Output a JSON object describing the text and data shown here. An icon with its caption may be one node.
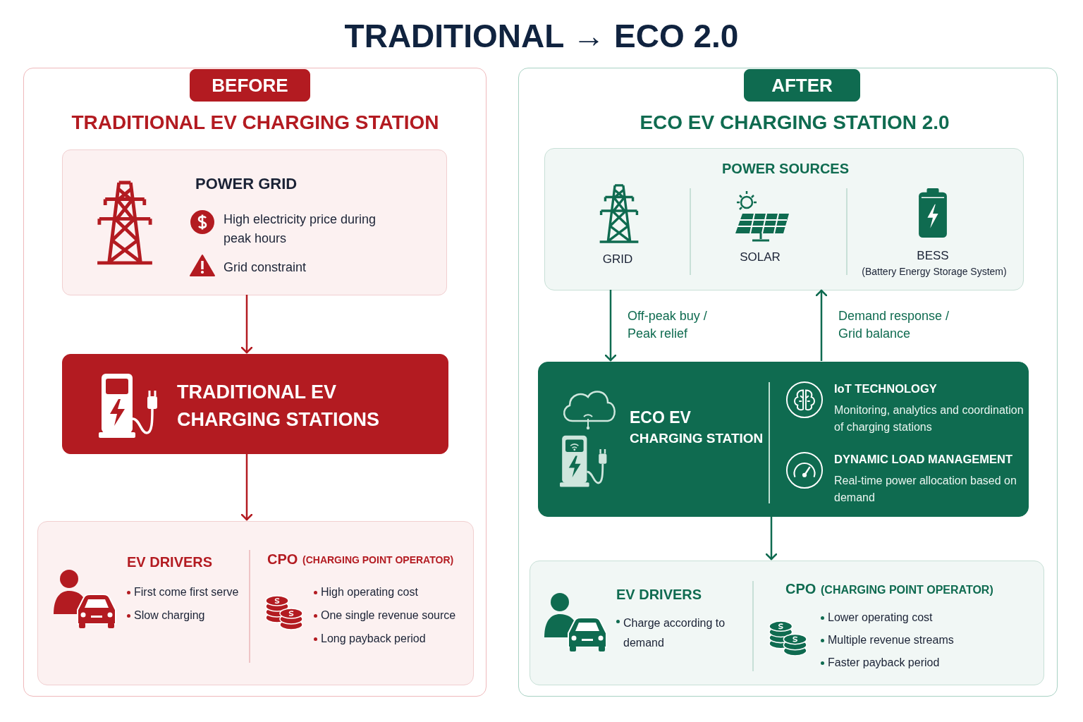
{
  "diagram": {
    "title": "TRADITIONAL → ECO 2.0",
    "nodes": [
      {
        "text": [
          "TRADITIONAL EV CHARGING STATION"
        ]
      },
      {
        "text": [
          "BEFORE"
        ],
        "in": 0
      },
      {
        "text": [
          "POWER GRID",
          "High electricity price during peak hours",
          "Grid constraint"
        ],
        "in": 0
      },
      {
        "text": [
          "TRADITIONAL EV CHARGING STATIONS"
        ],
        "in": 0
      },
      {
        "text": [
          "EV DRIVERS",
          "First come first serve",
          "Slow charging",
          "CPO",
          "(CHARGING POINT OPERATOR)",
          "High operating cost",
          "One single revenue source",
          "Long payback period"
        ],
        "in": 0
      },
      {
        "text": [
          "ECO EV CHARGING STATION 2.0"
        ]
      },
      {
        "text": [
          "AFTER"
        ],
        "in": 5
      },
      {
        "text": [
          "POWER SOURCES",
          "GRID",
          "SOLAR",
          "BESS",
          "(Battery Energy Storage System)"
        ],
        "in": 5
      },
      {
        "text": [
          "ECO EV",
          "CHARGING STATION",
          "IoT TECHNOLOGY",
          "Monitoring, analytics and coordination of charging stations",
          "DYNAMIC LOAD MANAGEMENT",
          "Real-time power allocation based on demand"
        ],
        "in": 5
      },
      {
        "text": [
          "EV DRIVERS",
          "Charge according to demand",
          "CPO",
          "(CHARGING POINT OPERATOR)",
          "Lower operating cost",
          "Multiple revenue streams",
          "Faster payback period"
        ],
        "in": 5
      }
    ],
    "edges": [
      {
        "from": 2,
        "to": 3,
        "arrow": "to",
        "color": "#b31b21"
      },
      {
        "from": 3,
        "to": 4,
        "arrow": "to",
        "color": "#b31b21"
      },
      {
        "from": 7,
        "to": 8,
        "arrow": "to",
        "label": "Off-peak buy / Peak relief"
      },
      {
        "from": 8,
        "to": 7,
        "arrow": "to",
        "label": "Demand response / Grid balance"
      },
      {
        "from": 8,
        "to": 9,
        "arrow": "to"
      }
    ]
  }
}
